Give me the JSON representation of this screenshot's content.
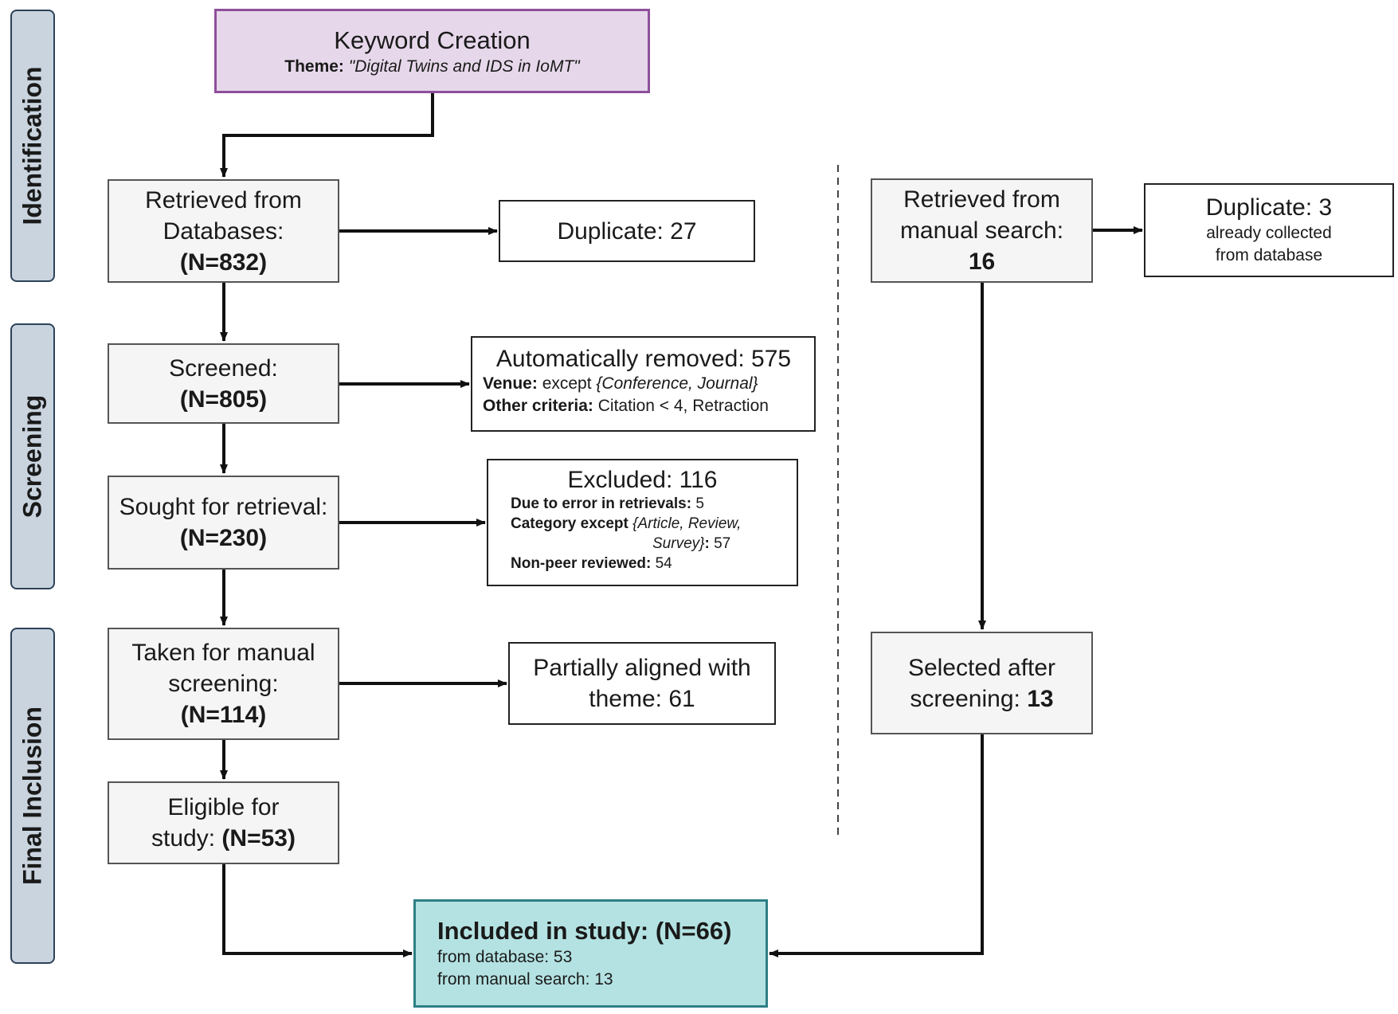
{
  "stages": {
    "identification": "Identification",
    "screening": "Screening",
    "final_inclusion": "Final Inclusion"
  },
  "keyword": {
    "title": "Keyword Creation",
    "theme_label": "Theme:",
    "theme_value": "\"Digital Twins and IDS in IoMT\""
  },
  "db": {
    "retrieved": {
      "line1": "Retrieved from",
      "line2": "Databases:",
      "count": "(N=832)"
    },
    "duplicate": "Duplicate: 27",
    "screened": {
      "label": "Screened:",
      "count": "(N=805)"
    },
    "auto_removed": {
      "title": "Automatically removed: 575",
      "venue_label": "Venue:",
      "venue_except": "except",
      "venue_value": "{Conference, Journal}",
      "other_label": "Other criteria:",
      "other_value": "Citation < 4, Retraction"
    },
    "sought": {
      "label": "Sought for retrieval:",
      "count": "(N=230)"
    },
    "excluded": {
      "title": "Excluded: 116",
      "error_label": "Due to error in retrievals:",
      "error_value": "5",
      "category_label": "Category except",
      "category_value_1": "{Article, Review,",
      "category_value_2": "Survey}",
      "category_count": "57",
      "nonpeer_label": "Non-peer reviewed:",
      "nonpeer_value": "54"
    },
    "manual_screening": {
      "line1": "Taken for manual",
      "line2": "screening:",
      "count": "(N=114)"
    },
    "partial": {
      "line1": "Partially aligned with",
      "line2": "theme: 61"
    },
    "eligible": {
      "line1": "Eligible for",
      "line2_prefix": "study:",
      "count": "(N=53)"
    }
  },
  "manual": {
    "retrieved": {
      "line1": "Retrieved from",
      "line2": "manual search:",
      "count": "16"
    },
    "duplicate": {
      "title": "Duplicate: 3",
      "line1": "already collected",
      "line2": "from database"
    },
    "selected": {
      "line1": "Selected after",
      "line2_prefix": "screening:",
      "count": "13"
    }
  },
  "included": {
    "title": "Included in study: (N=66)",
    "from_db": "from database: 53",
    "from_manual": "from manual search: 13"
  },
  "colors": {
    "keyword_fill": "#e6d8ea",
    "keyword_border": "#8e4f9c",
    "included_fill": "#b4e2e2",
    "included_border": "#2d7f85",
    "stage_fill": "#c9d4df",
    "grey_fill": "#f5f5f5"
  }
}
